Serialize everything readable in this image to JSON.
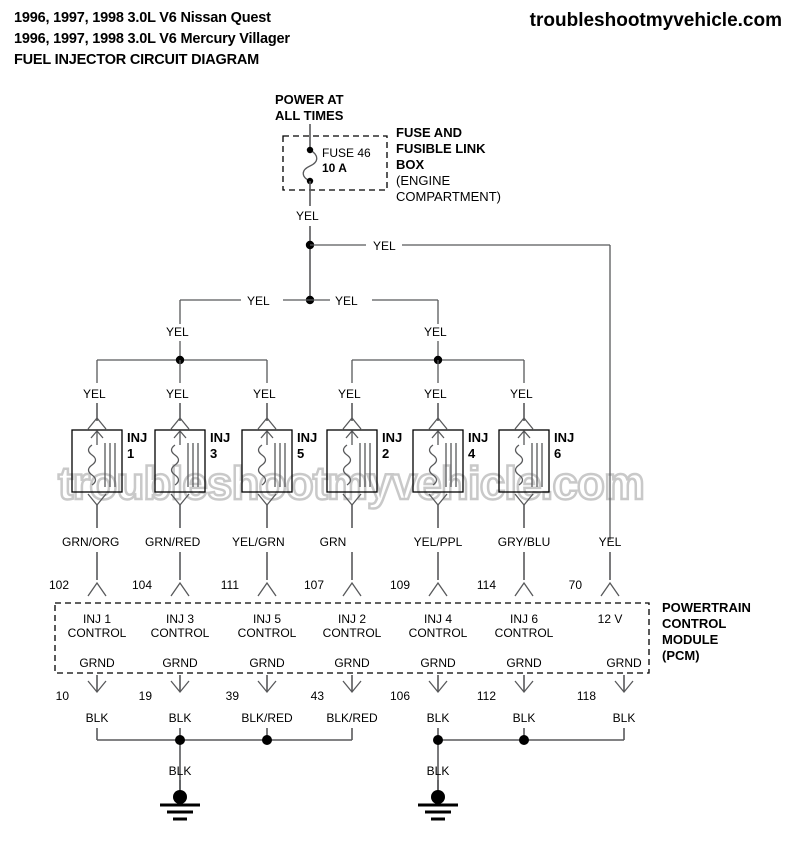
{
  "header": {
    "line1": "1996, 1997, 1998 3.0L V6 Nissan Quest",
    "line2": "1996, 1997, 1998 3.0L V6 Mercury Villager",
    "line3": "FUEL INJECTOR CIRCUIT DIAGRAM",
    "site": "troubleshootmyvehicle.com"
  },
  "watermark": "troubleshootmyvehicle.com",
  "power": {
    "label_line1": "POWER AT",
    "label_line2": "ALL TIMES"
  },
  "fuse": {
    "name": "FUSE 46",
    "rating": "10 A",
    "box_line1": "FUSE AND",
    "box_line2": "FUSIBLE LINK",
    "box_line3": "BOX",
    "box_line4": "(ENGINE",
    "box_line5": "COMPARTMENT)"
  },
  "feed": {
    "main_wire": "YEL",
    "branch_right": "YEL",
    "branch_left_mid": "YEL",
    "branch_right_mid": "YEL",
    "group_left": "YEL",
    "group_right": "YEL",
    "rail_labels": [
      "YEL",
      "YEL",
      "YEL",
      "YEL",
      "YEL",
      "YEL"
    ],
    "pcm_power_wire": "YEL"
  },
  "injectors": [
    {
      "id": "INJ",
      "num": "1",
      "feed": "YEL",
      "out_wire": "GRN/ORG",
      "pin": "102",
      "pcm_fn_line1": "INJ 1",
      "pcm_fn_line2": "CONTROL",
      "grnd_label": "GRND",
      "grnd_pin": "10",
      "grnd_wire": "BLK"
    },
    {
      "id": "INJ",
      "num": "3",
      "feed": "YEL",
      "out_wire": "GRN/RED",
      "pin": "104",
      "pcm_fn_line1": "INJ 3",
      "pcm_fn_line2": "CONTROL",
      "grnd_label": "GRND",
      "grnd_pin": "19",
      "grnd_wire": "BLK"
    },
    {
      "id": "INJ",
      "num": "5",
      "feed": "YEL",
      "out_wire": "YEL/GRN",
      "pin": "111",
      "pcm_fn_line1": "INJ 5",
      "pcm_fn_line2": "CONTROL",
      "grnd_label": "GRND",
      "grnd_pin": "39",
      "grnd_wire": "BLK/RED"
    },
    {
      "id": "INJ",
      "num": "2",
      "feed": "YEL",
      "out_wire": "GRN",
      "pin": "107",
      "pcm_fn_line1": "INJ 2",
      "pcm_fn_line2": "CONTROL",
      "grnd_label": "GRND",
      "grnd_pin": "43",
      "grnd_wire": "BLK/RED"
    },
    {
      "id": "INJ",
      "num": "4",
      "feed": "YEL",
      "out_wire": "YEL/PPL",
      "pin": "109",
      "pcm_fn_line1": "INJ 4",
      "pcm_fn_line2": "CONTROL",
      "grnd_label": "GRND",
      "grnd_pin": "106",
      "grnd_wire": "BLK"
    },
    {
      "id": "INJ",
      "num": "6",
      "feed": "YEL",
      "out_wire": "GRY/BLU",
      "pin": "114",
      "pcm_fn_line1": "INJ 6",
      "pcm_fn_line2": "CONTROL",
      "grnd_label": "GRND",
      "grnd_pin": "112",
      "grnd_wire": "BLK"
    }
  ],
  "pcm_power": {
    "out_wire": "YEL",
    "pin": "70",
    "fn_line1": "12 V",
    "grnd_label": "GRND",
    "grnd_pin": "118",
    "grnd_wire": "BLK"
  },
  "pcm": {
    "title_line1": "POWERTRAIN",
    "title_line2": "CONTROL",
    "title_line3": "MODULE",
    "title_line4": "(PCM)"
  },
  "grounds": [
    {
      "label": "BLK"
    },
    {
      "label": "BLK"
    }
  ],
  "colors": {
    "wire": "#58595b",
    "text": "#000000",
    "watermark": "#c9c9c9",
    "background": "#ffffff"
  }
}
